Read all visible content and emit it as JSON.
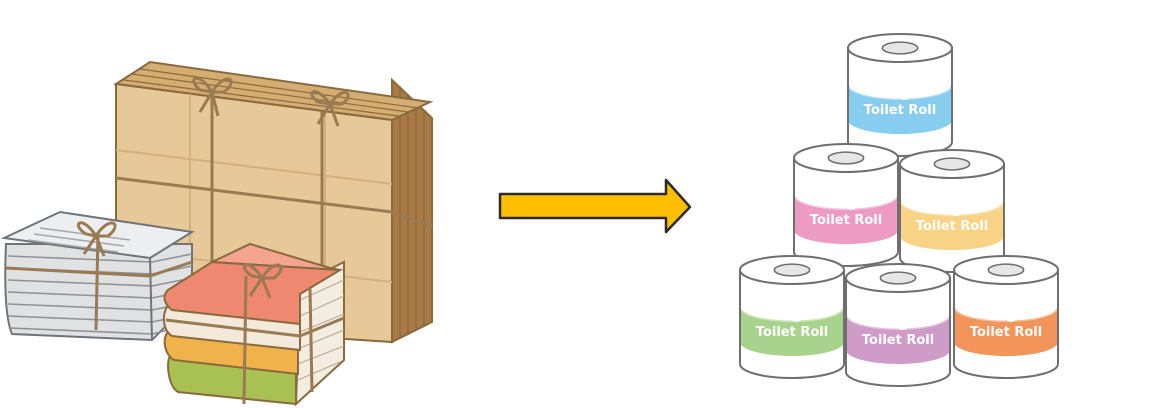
{
  "colors": {
    "cardboard": "#e6c899",
    "cardboard_dark": "#b98a4e",
    "outline": "#8a6a3d",
    "string": "#9a7a52",
    "newspaper": "#cfd2d5",
    "arrow_fill": "#ffbf00",
    "arrow_stroke": "#2b2b2b",
    "roll_body": "#ffffff",
    "roll_outline": "#6f6f6f"
  },
  "bundles": {
    "cardboard": {
      "icon": "cardboard-bundle-icon"
    },
    "newspaper": {
      "icon": "newspaper-bundle-icon"
    },
    "books": {
      "icon": "book-bundle-icon",
      "cover_colors": [
        "#ee8870",
        "#f2e9da",
        "#f0b24a",
        "#a9c153"
      ]
    }
  },
  "arrow": {
    "icon": "right-arrow-icon"
  },
  "rolls": [
    {
      "label": "Toilet Roll",
      "band_color": "#86cdf0"
    },
    {
      "label": "Toilet Roll",
      "band_color": "#ee9bc4"
    },
    {
      "label": "Toilet Roll",
      "band_color": "#f8d285"
    },
    {
      "label": "Toilet Roll",
      "band_color": "#a8d38c"
    },
    {
      "label": "Toilet Roll",
      "band_color": "#cf9cc9"
    },
    {
      "label": "Toilet Roll",
      "band_color": "#f3945a"
    }
  ]
}
